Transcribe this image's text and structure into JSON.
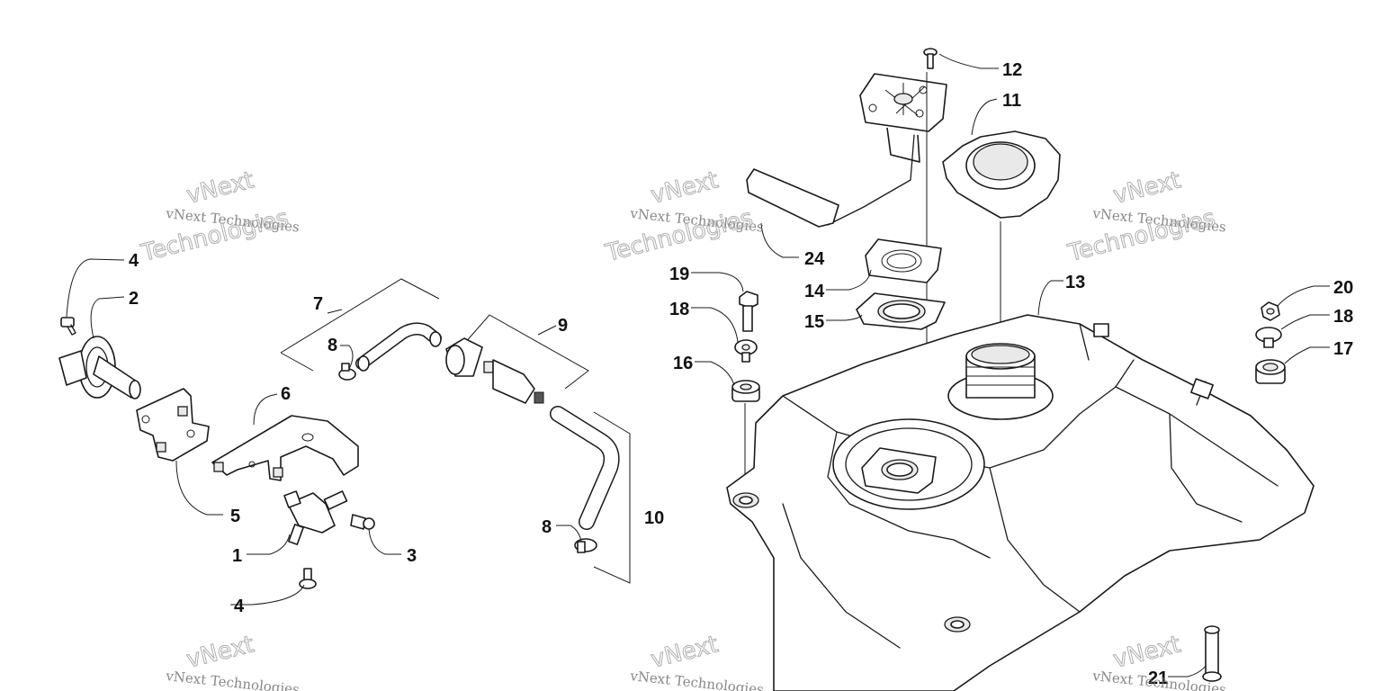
{
  "watermark": {
    "text": "vNext Technologies",
    "line1": "vNext",
    "line2": "Technologies"
  },
  "callouts": {
    "p1": "1",
    "p2": "2",
    "p3": "3",
    "p4a": "4",
    "p4b": "4",
    "p5": "5",
    "p6": "6",
    "p7": "7",
    "p8a": "8",
    "p8b": "8",
    "p9": "9",
    "p10": "10",
    "p11": "11",
    "p12": "12",
    "p13": "13",
    "p14": "14",
    "p15": "15",
    "p16": "16",
    "p17": "17",
    "p18a": "18",
    "p18b": "18",
    "p19": "19",
    "p20": "20",
    "p21": "21",
    "p24": "24"
  },
  "colors": {
    "line": "#1a1a1a",
    "watermark": "#9a9a9a",
    "background": "#ffffff"
  }
}
